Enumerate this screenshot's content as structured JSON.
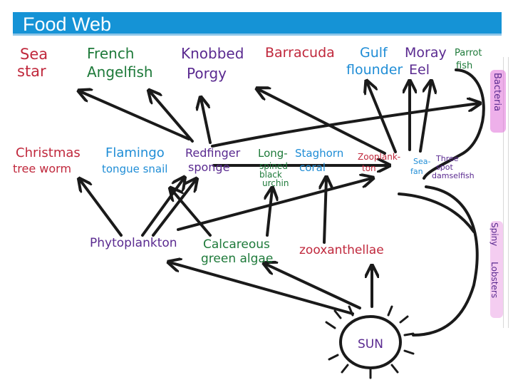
{
  "title": "Food Web",
  "colors": {
    "title_bar": "#1593d6",
    "arrows": "#1a1a1a",
    "red": "#c0283c",
    "purple": "#5a2a90",
    "blue": "#1f8dd6",
    "green": "#1e7a3a",
    "marker_pink": "#e070d8"
  },
  "organisms": {
    "sea_star": [
      "Sea",
      "star"
    ],
    "french_angelfish": [
      "French",
      "Angelfish"
    ],
    "knobbed_porgy": [
      "Knobbed",
      "Porgy"
    ],
    "barracuda": "Barracuda",
    "gulf_flounder": [
      "Gulf",
      "flounder"
    ],
    "moray_eel": [
      "Moray",
      "Eel"
    ],
    "parrot_fish": [
      "Parrot",
      "fish"
    ],
    "bacteria": "Bacteria",
    "christmas_tree_worm": [
      "Christmas",
      "tree worm"
    ],
    "flamingo_tongue_snail": [
      "Flamingo",
      "tongue snail"
    ],
    "redfinger_sponge": [
      "Redfinger",
      "sponge"
    ],
    "long_spined_black_urchin": [
      "Long-",
      "spined",
      "black",
      "urchin"
    ],
    "staghorn_coral": [
      "Staghorn",
      "coral"
    ],
    "zooplankton": [
      "Zooplank-",
      "ton"
    ],
    "threespot_damselfish": [
      "Sea-",
      "fan",
      "Three",
      "spot",
      "damselfish"
    ],
    "phytoplankton": "Phytoplankton",
    "calcareous_green_algae": [
      "Calcareous",
      "green algae"
    ],
    "zooxanthellae": "zooxanthellae",
    "spiny_lobsters": [
      "Spiny",
      "Lobsters"
    ],
    "sun": "SUN"
  }
}
